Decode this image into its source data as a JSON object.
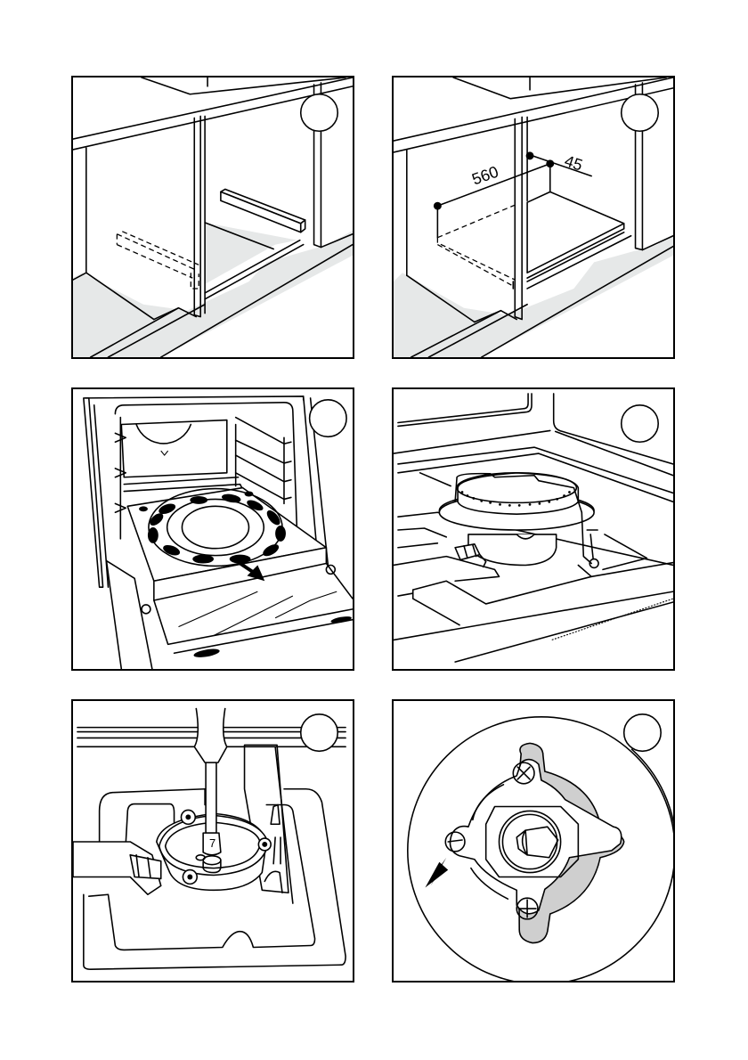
{
  "page": {
    "type": "installation manual illustration page",
    "panel_count": 6
  },
  "panels": [
    {
      "id": 1,
      "subject": "cabinet niche with support battens (one dashed, hidden)",
      "figure_number": ""
    },
    {
      "id": 2,
      "subject": "cabinet niche with shelf and dimensions",
      "figure_number": "",
      "dimensions": {
        "width_label": "560",
        "depth_label": "45"
      }
    },
    {
      "id": 3,
      "subject": "oven with door open, base plate being pulled out",
      "figure_number": ""
    },
    {
      "id": 4,
      "subject": "oven gas burner with ignition electrode",
      "figure_number": ""
    },
    {
      "id": 5,
      "subject": "burner nozzle removal with socket wrench and spanner",
      "figure_number": "",
      "wrench_size_label": "7"
    },
    {
      "id": 6,
      "subject": "gas tap with bypass adjustment screw",
      "figure_number": "",
      "pointer": "arrow-to-bypass-screw"
    }
  ],
  "colors": {
    "line": "#000000",
    "floor_tint": "#e6e8e8",
    "shade": "#cfcfcf",
    "background": "#ffffff"
  }
}
